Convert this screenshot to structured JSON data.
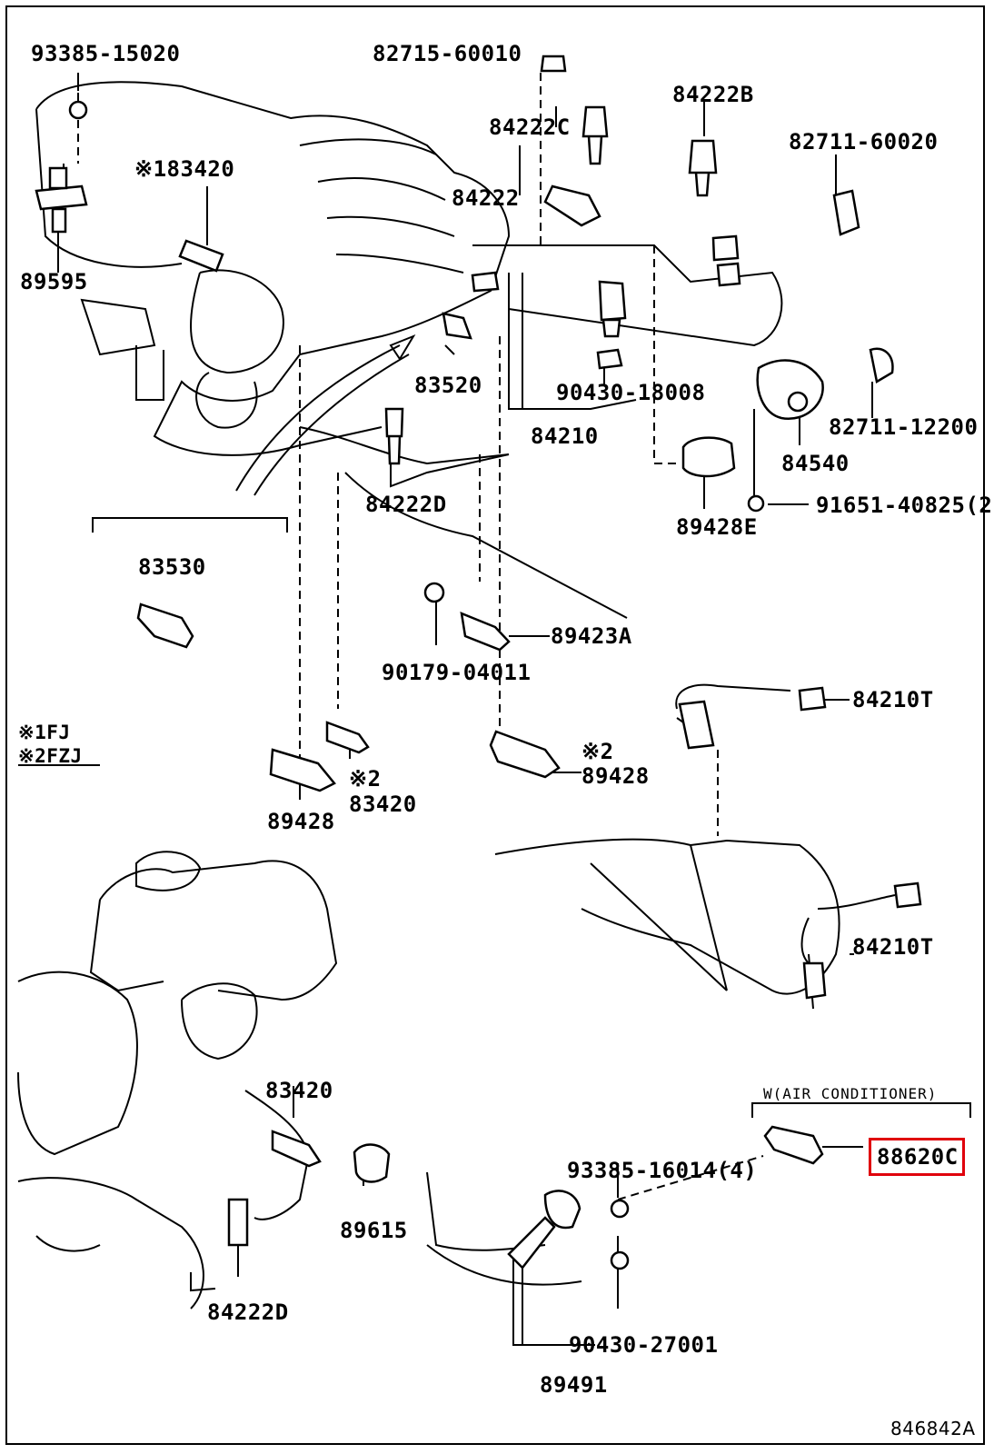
{
  "labels": {
    "l_93385_15020": "93385-15020",
    "l_82715_60010": "82715-60010",
    "l_84222B": "84222B",
    "l_84222C": "84222C",
    "l_82711_60020": "82711-60020",
    "l_83420_top": "※183420",
    "l_84222": "84222",
    "l_89595": "89595",
    "l_83520": "83520",
    "l_90430_18008": "90430-18008",
    "l_84210": "84210",
    "l_82711_12200": "82711-12200",
    "l_84540": "84540",
    "l_84222D_top": "84222D",
    "l_91651": "91651-40825(2",
    "l_89428E": "89428E",
    "l_83530": "83530",
    "l_89423A": "89423A",
    "l_90179": "90179-04011",
    "l_84210T_a": "84210T",
    "l_legend_1": "※1FJ",
    "l_legend_2": "※2FZJ",
    "l_note_2a": "※2",
    "l_89428_right": "89428",
    "l_note_2b": "※2",
    "l_83420_mid": "83420",
    "l_89428_left": "89428",
    "l_84210T_b": "84210T",
    "l_air_cond": "W(AIR CONDITIONER)",
    "l_88620C": "88620C",
    "l_83420_bot": "83420",
    "l_93385_16014": "93385-16014(4)",
    "l_89615": "89615",
    "l_84222D_bot": "84222D",
    "l_90430_27001": "90430-27001",
    "l_89491": "89491",
    "l_ref": "846842A"
  },
  "colors": {
    "highlight": "#e0000b",
    "line": "#000000",
    "background": "#ffffff"
  }
}
